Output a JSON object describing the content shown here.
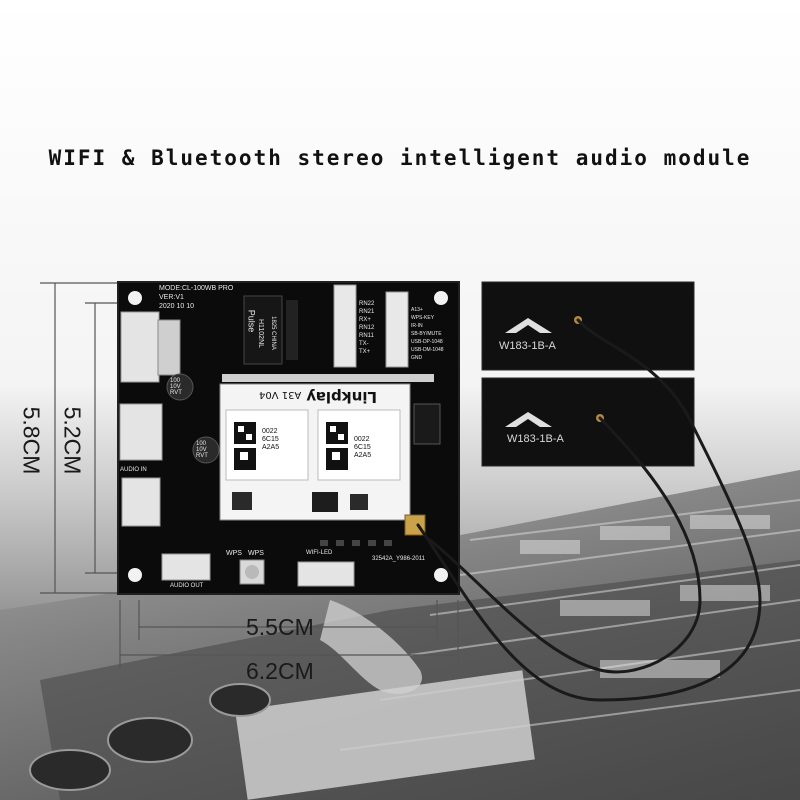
{
  "headline": "WIFI & Bluetooth stereo intelligent audio module",
  "dimensions": {
    "board_height_outer": "5.8CM",
    "board_height_inner": "5.2CM",
    "board_width_inner": "5.5CM",
    "board_width_outer": "6.2CM"
  },
  "pcb": {
    "model_line": "MODE:CL-100WB PRO",
    "version_line": "VER:V1",
    "date_line": "2020 10 10",
    "module_brand": "Linkplay",
    "module_model": "A31 V04",
    "chip_brand": "Pulse",
    "chip_part": "H1102NL",
    "chip_origin": "1825 CHINA",
    "header_labels": [
      "RN22",
      "RN21",
      "RX+",
      "RN12",
      "RN11",
      "TX-",
      "TX+"
    ],
    "port_labels": [
      "A13+",
      "WPS-KEY",
      "IR-IN",
      "SB-BY/MUTE",
      "USB-DP-1048",
      "USB-DM-1048",
      "GND"
    ],
    "qr_left": [
      "0022",
      "6C15",
      "A2A5"
    ],
    "qr_right": [
      "0022",
      "6C15",
      "A2A5"
    ],
    "cap_left": [
      "100",
      "10V",
      "RVT"
    ],
    "cap_right": [
      "100",
      "10V",
      "RVT"
    ],
    "audio_in": "AUDIO IN",
    "audio_out": "AUDIO OUT",
    "wps_label": "WPS",
    "wifi_led": "WIFI-LED",
    "serial": "32542A_Y986-2011"
  },
  "antennas": [
    {
      "label": "W183-1B-A"
    },
    {
      "label": "W183-1B-A"
    }
  ]
}
